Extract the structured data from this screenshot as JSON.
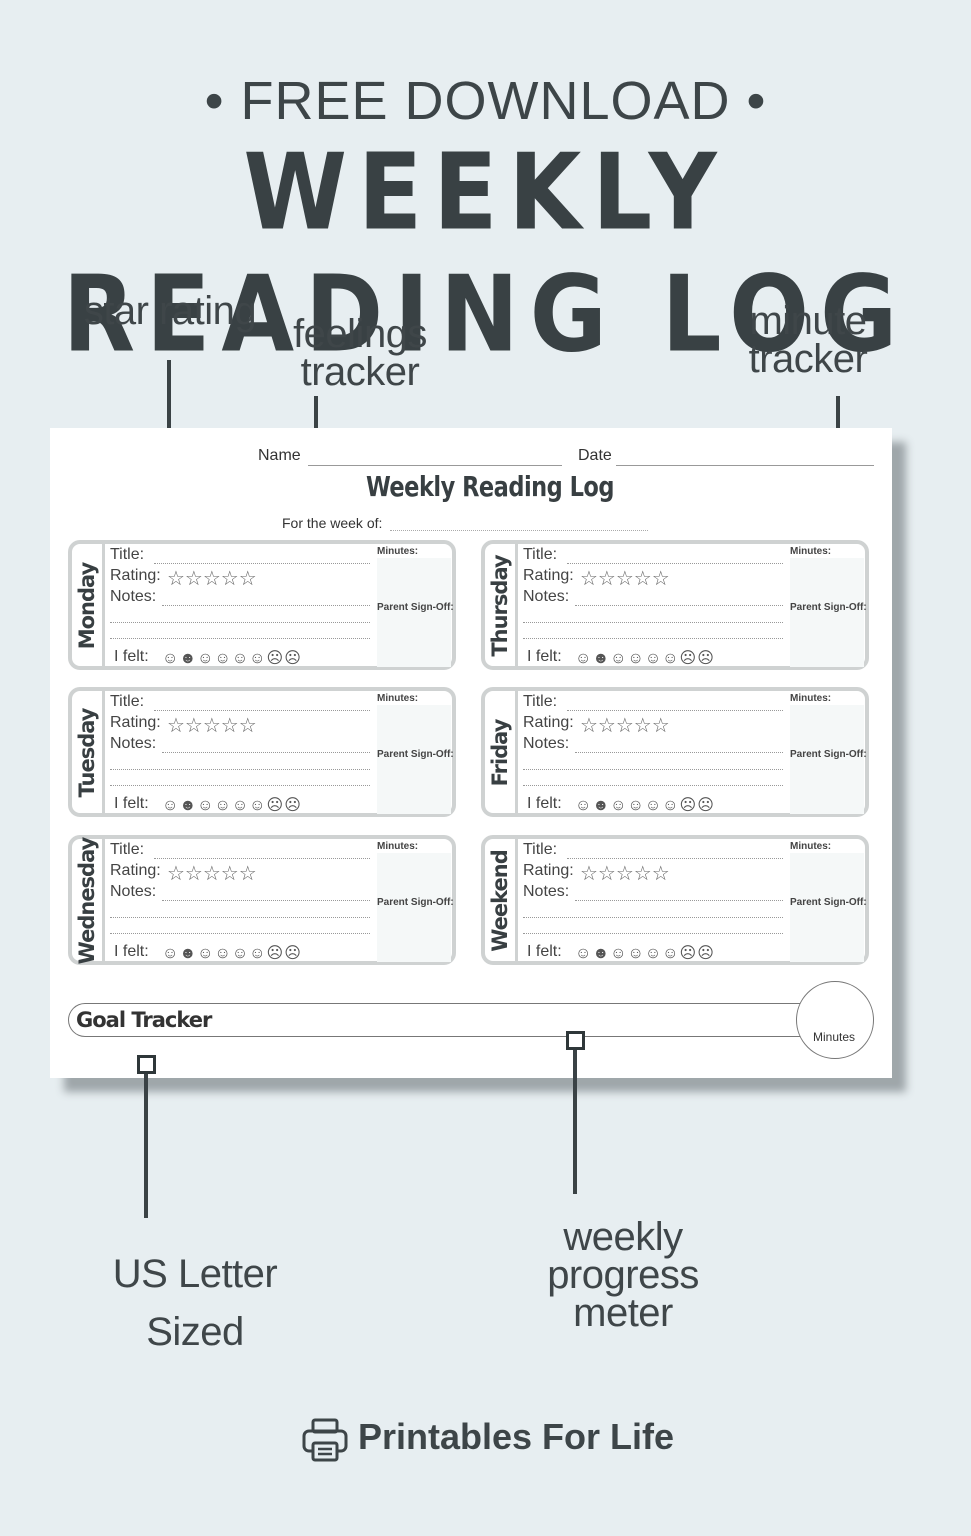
{
  "header": {
    "top_line": "• FREE DOWNLOAD •",
    "title": "WEEKLY READING LOG"
  },
  "callouts": {
    "star_rating": "star rating",
    "feelings_tracker_line1": "feelings",
    "feelings_tracker_line2": "tracker",
    "minute_tracker_line1": "minute",
    "minute_tracker_line2": "tracker",
    "us_letter_line1": "US Letter",
    "us_letter_line2": "Sized",
    "progress_line1": "weekly",
    "progress_line2": "progress",
    "progress_line3": "meter"
  },
  "sheet": {
    "name_label": "Name",
    "date_label": "Date",
    "title": "Weekly Reading Log",
    "week_label": "For the week of:",
    "field_title": "Title:",
    "field_rating": "Rating:",
    "field_notes": "Notes:",
    "field_felt": "I felt:",
    "field_minutes": "Minutes:",
    "field_parent": "Parent Sign-Off:",
    "stars": "☆☆☆☆☆",
    "faces": "☺☻☺☺☺☺☹☹",
    "days": [
      "Monday",
      "Tuesday",
      "Wednesday",
      "Thursday",
      "Friday",
      "Weekend"
    ],
    "goal_label": "Goal Tracker",
    "goal_minutes": "Minutes"
  },
  "brand": {
    "name": "Printables For Life",
    "icon": "printer-icon"
  }
}
